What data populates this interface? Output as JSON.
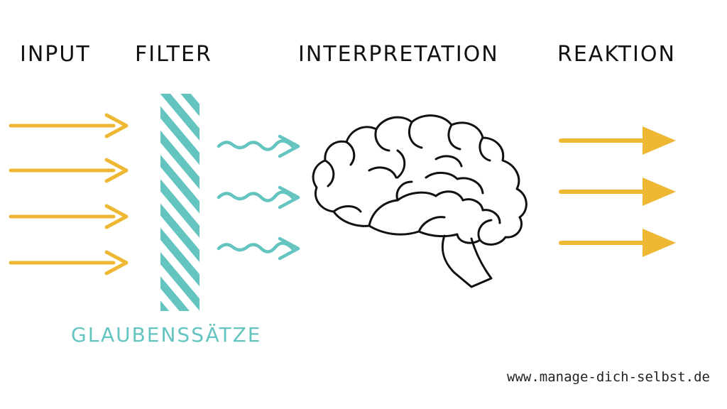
{
  "stages": {
    "input": "INPUT",
    "filter": "FILTER",
    "interpretation": "INTERPRETATION",
    "reaktion": "REAKTION"
  },
  "filter_caption": "GLAUBENSSÄTZE",
  "website": "www.manage-dich-selbst.de",
  "colors": {
    "arrow": "#eeb834",
    "filter": "#63c4c0",
    "ink": "#111111"
  },
  "icons": {
    "brain": "brain-icon"
  }
}
